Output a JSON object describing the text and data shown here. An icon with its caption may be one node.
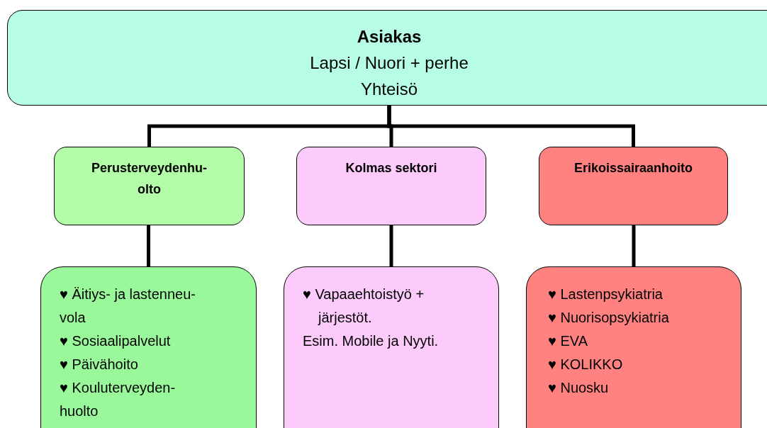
{
  "diagram": {
    "nodes": [
      {
        "text": [
          "Asiakas",
          "Lapsi / Nuori + perhe",
          "Yhteisö"
        ]
      },
      {
        "text": [
          "Perusterveydenhu- olto"
        ]
      },
      {
        "text": [
          "Kolmas sektori"
        ]
      },
      {
        "text": [
          "Erikoissairaanhoito"
        ]
      },
      {
        "text": [
          "♥ Äitiys- ja lastenneu- vola",
          "♥ Sosiaalipalvelut",
          "♥ Päivähoito",
          "♥ Kouluterveyden- huolto"
        ]
      },
      {
        "text": [
          "♥ Vapaaehtoistyö + järjestöt.",
          "Esim. Mobile ja Nyyti."
        ]
      },
      {
        "text": [
          "♥ Lastenpsykiatria",
          "♥ Nuorisopsykiatria",
          "♥ EVA",
          "♥ KOLIKKO",
          "♥ Nuosku"
        ]
      }
    ],
    "edges": [
      {
        "from": 0,
        "to": 1,
        "arrow": "none"
      },
      {
        "from": 0,
        "to": 2,
        "arrow": "none"
      },
      {
        "from": 0,
        "to": 3,
        "arrow": "none"
      },
      {
        "from": 1,
        "to": 4,
        "arrow": "none"
      },
      {
        "from": 2,
        "to": 5,
        "arrow": "none"
      },
      {
        "from": 3,
        "to": 6,
        "arrow": "none"
      }
    ]
  }
}
